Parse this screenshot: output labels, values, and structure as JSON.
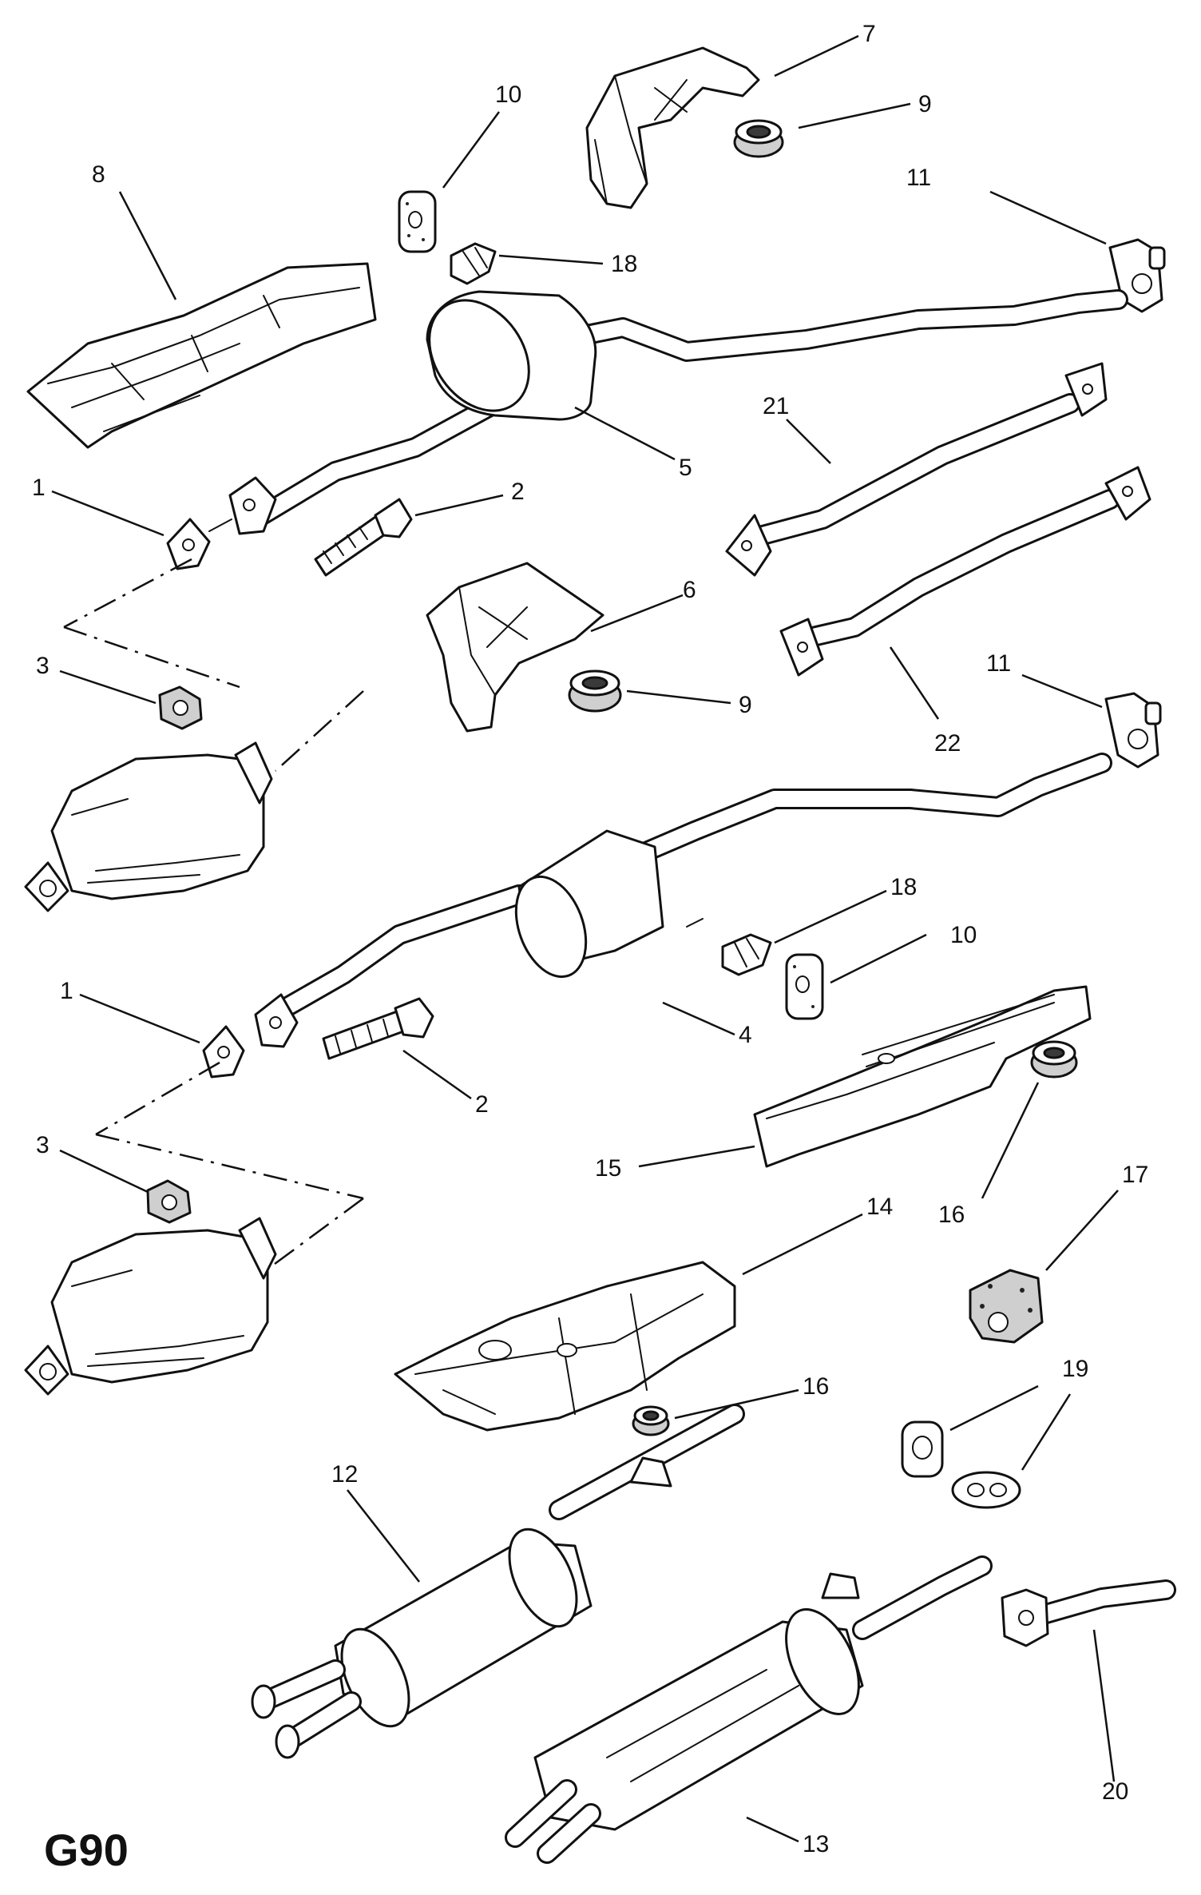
{
  "diagram_code": "G90",
  "callouts": [
    {
      "id": "c7",
      "text": "7"
    },
    {
      "id": "c10a",
      "text": "10"
    },
    {
      "id": "c9a",
      "text": "9"
    },
    {
      "id": "c8",
      "text": "8"
    },
    {
      "id": "c11a",
      "text": "11"
    },
    {
      "id": "c18a",
      "text": "18"
    },
    {
      "id": "c21",
      "text": "21"
    },
    {
      "id": "c5",
      "text": "5"
    },
    {
      "id": "c1a",
      "text": "1"
    },
    {
      "id": "c2a",
      "text": "2"
    },
    {
      "id": "c6",
      "text": "6"
    },
    {
      "id": "c3a",
      "text": "3"
    },
    {
      "id": "c9b",
      "text": "9"
    },
    {
      "id": "c11b",
      "text": "11"
    },
    {
      "id": "c22",
      "text": "22"
    },
    {
      "id": "c18b",
      "text": "18"
    },
    {
      "id": "c10b",
      "text": "10"
    },
    {
      "id": "c1b",
      "text": "1"
    },
    {
      "id": "c4",
      "text": "4"
    },
    {
      "id": "c2b",
      "text": "2"
    },
    {
      "id": "c15",
      "text": "15"
    },
    {
      "id": "c16a",
      "text": "16"
    },
    {
      "id": "c3b",
      "text": "3"
    },
    {
      "id": "c17",
      "text": "17"
    },
    {
      "id": "c14",
      "text": "14"
    },
    {
      "id": "c16b",
      "text": "16"
    },
    {
      "id": "c19",
      "text": "19"
    },
    {
      "id": "c12",
      "text": "12"
    },
    {
      "id": "c13",
      "text": "13"
    },
    {
      "id": "c20",
      "text": "20"
    }
  ]
}
